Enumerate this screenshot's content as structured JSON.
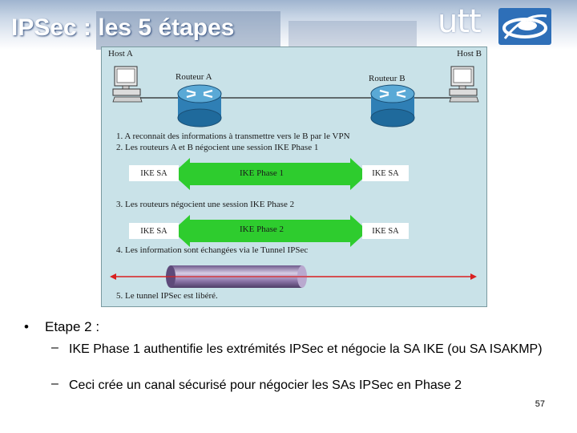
{
  "header": {
    "title": "IPSec : les 5 étapes",
    "logo_text": "utt"
  },
  "diagram": {
    "host_a": "Host A",
    "host_b": "Host B",
    "router_a": "Routeur A",
    "router_b": "Routeur B",
    "step1": "1. A reconnait des informations à transmettre vers le B par le VPN",
    "step2": "2. Les routeurs A et B négocient une session IKE Phase 1",
    "phase1": {
      "left": "IKE SA",
      "middle": "IKE Phase 1",
      "right": "IKE SA"
    },
    "step3": "3. Les routeurs négocient une session IKE Phase 2",
    "phase2": {
      "left": "IKE SA",
      "middle": "IKE Phase 2",
      "right": "IKE SA"
    },
    "step4": "4. Les information sont échangées via le Tunnel IPSec",
    "step5": "5. Le tunnel IPSec est libéré."
  },
  "content": {
    "bullet": "•",
    "heading": "Etape 2 :",
    "dash": "–",
    "items": [
      "IKE Phase 1 authentifie les extrémités IPSec et négocie la SA IKE (ou SA ISAKMP)",
      "Ceci crée un canal sécurisé pour négocier les SAs IPSec en Phase 2"
    ]
  },
  "page_number": "57",
  "colors": {
    "diagram_bg": "#c9e2e8",
    "arrow_green": "#2ecc2e",
    "router_blue": "#3a8fc4",
    "tunnel_purple": "#8b6fa8",
    "red_arrow": "#d92020"
  }
}
